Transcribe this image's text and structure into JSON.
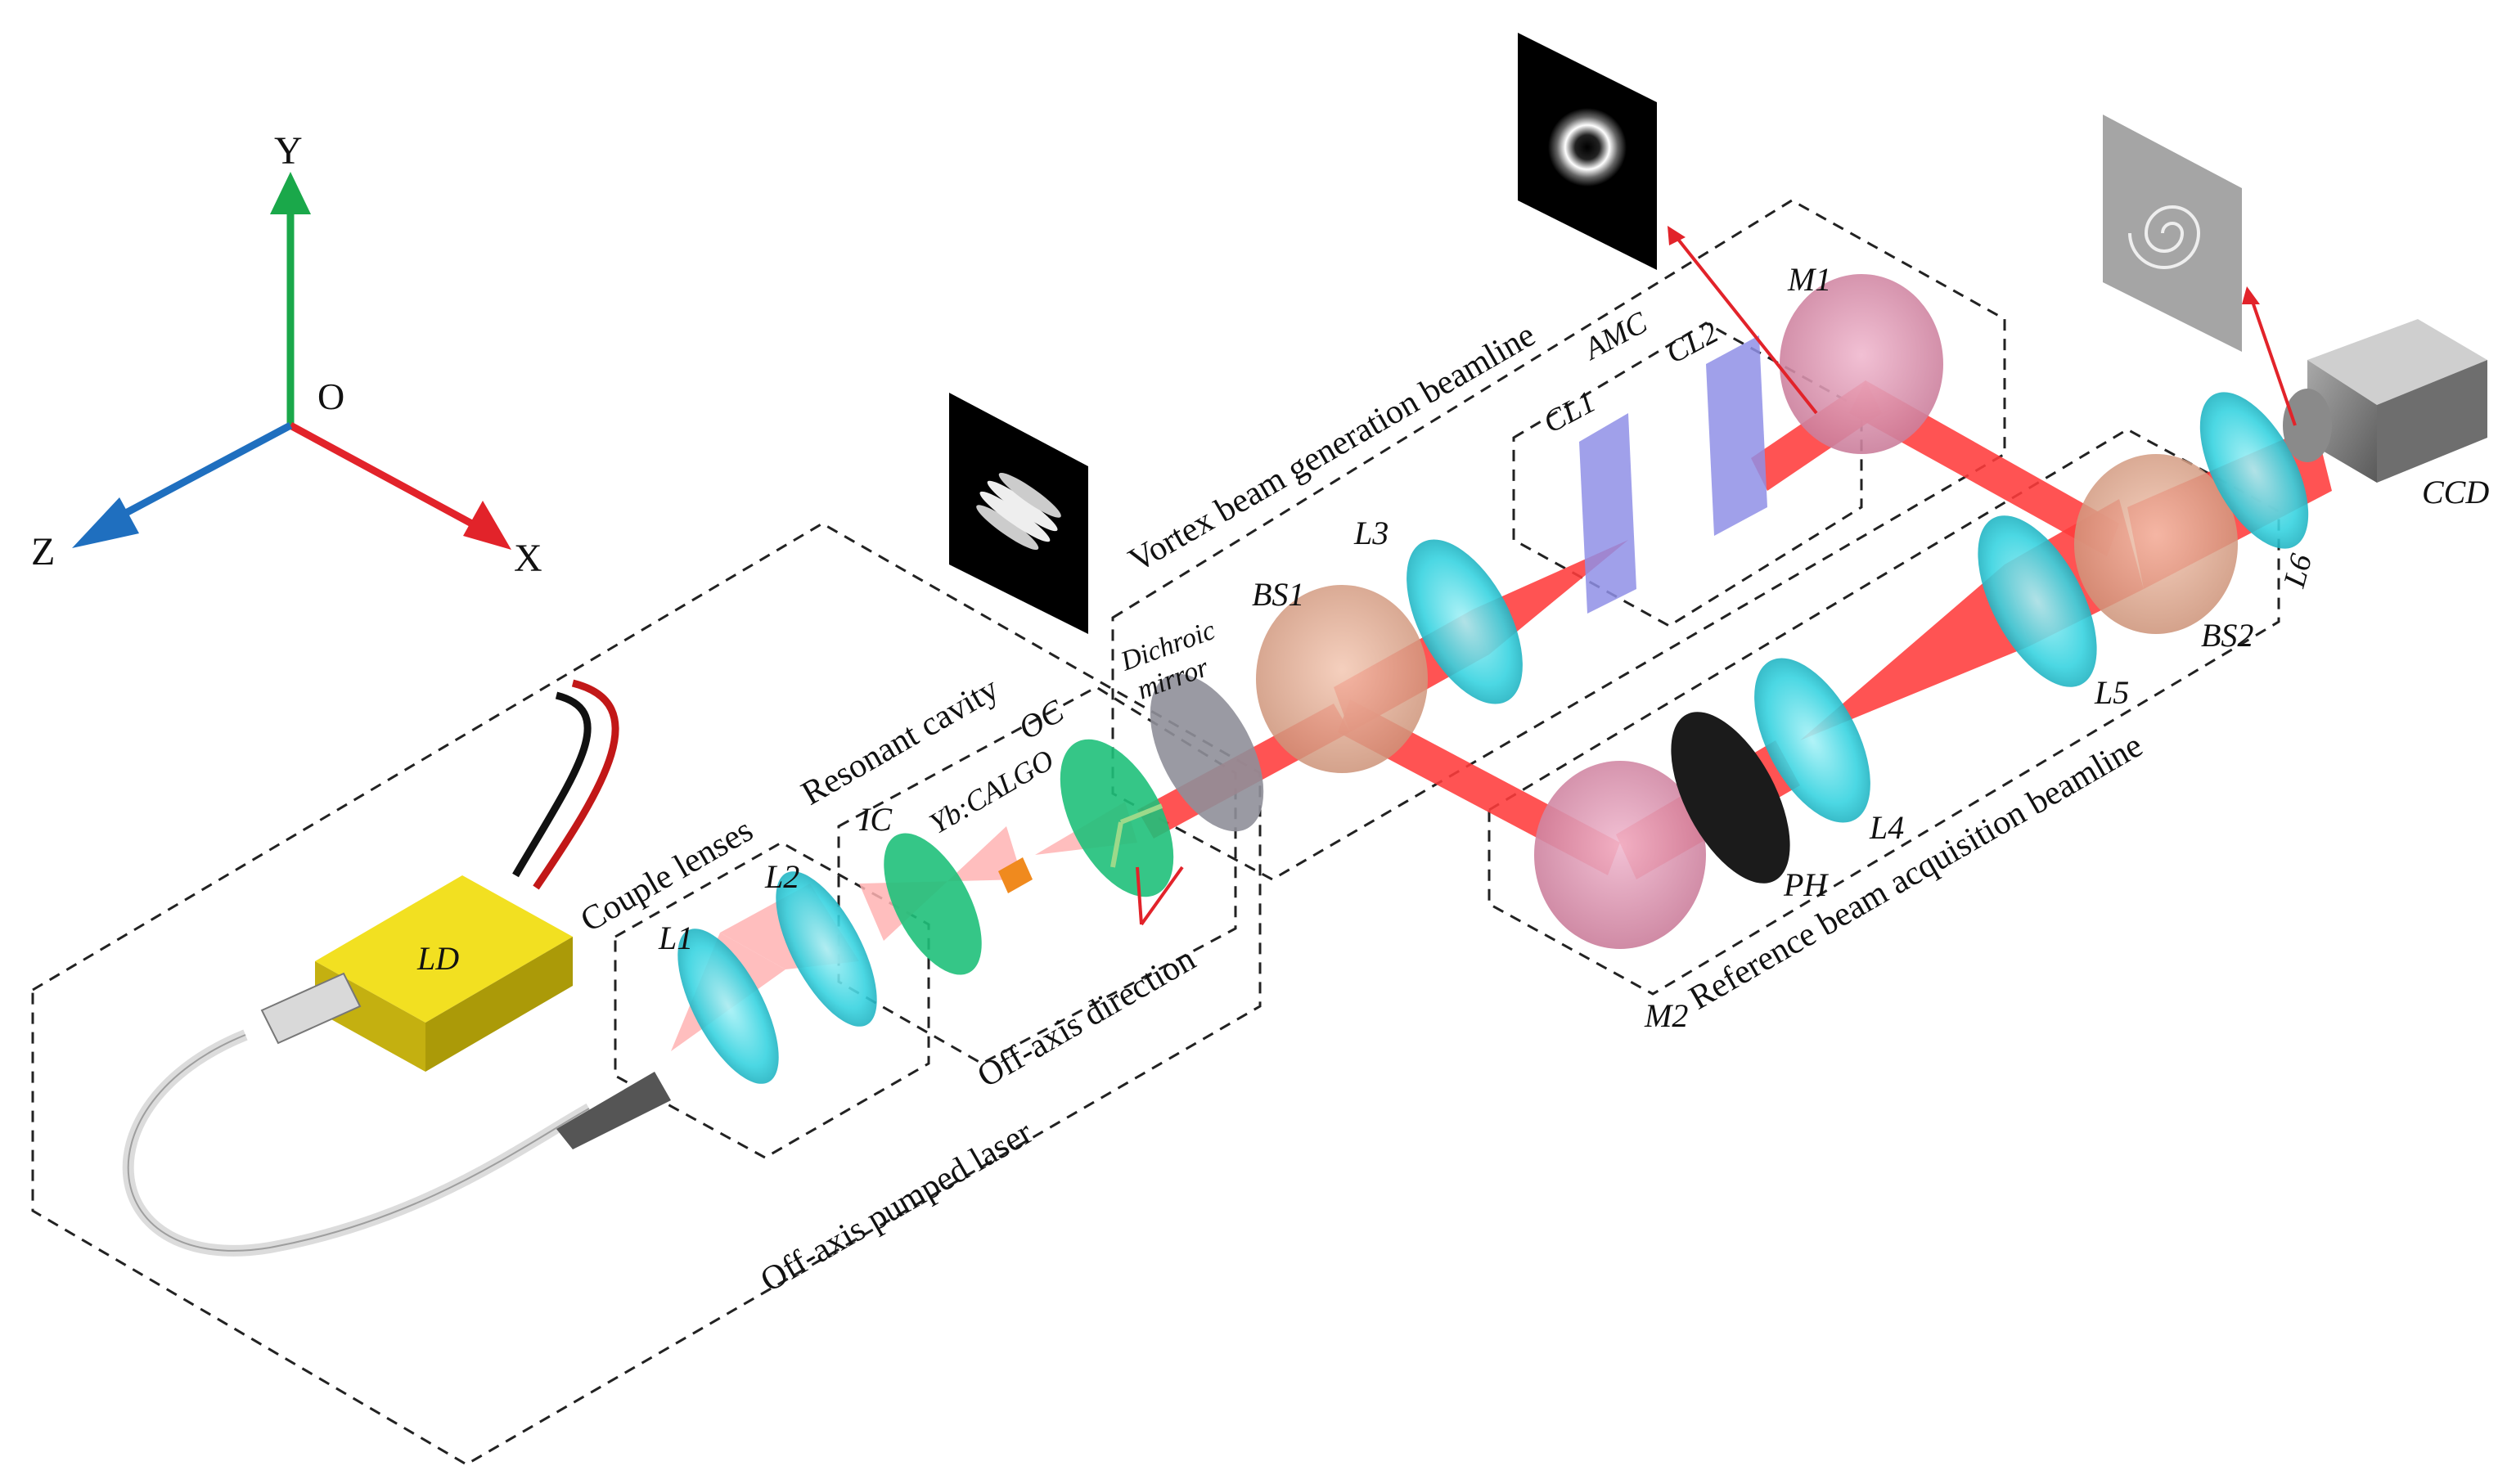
{
  "axes": {
    "y": "Y",
    "x": "X",
    "z": "Z",
    "origin": "O",
    "colors": {
      "y": "#1aa84a",
      "x": "#e2232a",
      "z": "#1f6fbf"
    }
  },
  "groups": {
    "pump": "Off-axis pumped laser",
    "couple": "Couple lenses",
    "cavity": "Resonant cavity",
    "offaxis": "Off-axis direction",
    "vortex": "Vortex beam generation beamline",
    "reference": "Reference beam acquisition beamline"
  },
  "components": {
    "ld": "LD",
    "l1": "L1",
    "l2": "L2",
    "ic": "IC",
    "crystal": "Yb:CALGO",
    "oc": "OC",
    "dichroic_line1": "Dichroic",
    "dichroic_line2": "mirror",
    "bs1": "BS1",
    "l3": "L3",
    "amc": "AMC",
    "cl1": "CL1",
    "cl2": "CL2",
    "m1": "M1",
    "m2": "M2",
    "ph": "PH",
    "l4": "L4",
    "l5": "L5",
    "bs2": "BS2",
    "l6": "L6",
    "ccd": "CCD"
  },
  "colors": {
    "beam": "#ff3b3b",
    "lens": "#37d3e0",
    "ld": "#f2e021",
    "cavity_mirror": "#1fc07a",
    "cylindrical_lens": "#8f8fe6",
    "mirror": "#d88aa8",
    "beam_splitter": "#d8a08a",
    "pointer": "#e2232a"
  }
}
